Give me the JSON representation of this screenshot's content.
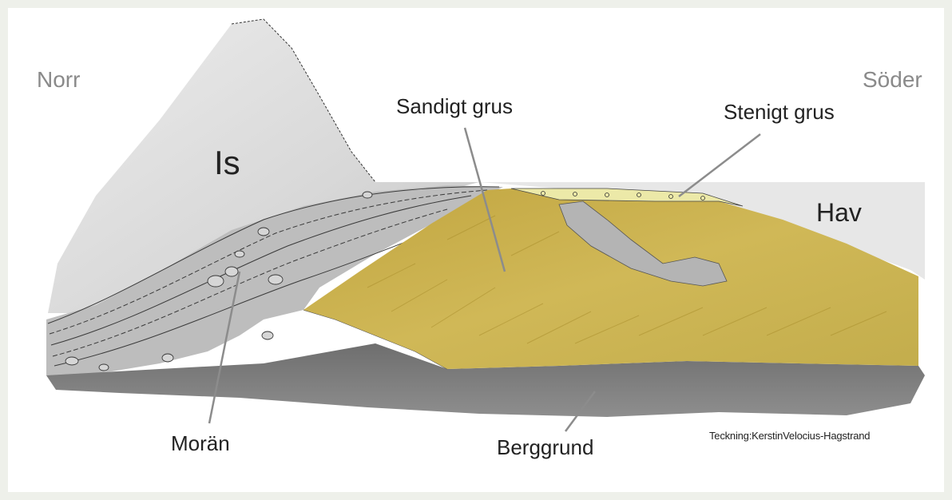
{
  "labels": {
    "north": "Norr",
    "south": "Söder",
    "ice": "Is",
    "sea": "Hav",
    "sandy_gravel": "Sandigt grus",
    "stony_gravel": "Stenigt grus",
    "moraine": "Morän",
    "bedrock": "Berggrund",
    "credit": "Teckning:KerstinVelocius-Hagstrand"
  },
  "colors": {
    "background": "#eef0ea",
    "panel": "#ffffff",
    "ice": "#d3d3d3",
    "sea": "#e6e6e6",
    "moraine": "#b9b9b9",
    "sandy_gravel": "#c9b24a",
    "stony_gravel": "#ece9a8",
    "bedrock": "#7d7d7d",
    "leader": "#8c8c8c"
  }
}
